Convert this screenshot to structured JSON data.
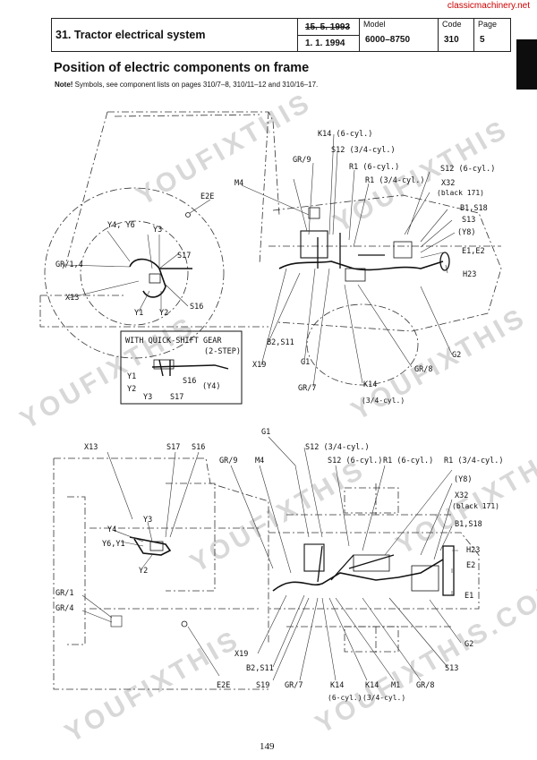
{
  "site": "classicmachinery.net",
  "header": {
    "section_title": "31. Tractor electrical system",
    "date_old": "15. 5. 1993",
    "date_new": "1. 1. 1994",
    "model_label": "Model",
    "model_value": "6000–8750",
    "code_label": "Code",
    "code_value": "310",
    "page_label": "Page",
    "page_value": "5"
  },
  "title": "Position of electric components on frame",
  "note_label": "Note!",
  "note_text": " Symbols, see component lists on pages 310/7–8, 310/11–12 and 310/16–17.",
  "watermark": "YOUFIXTHIS",
  "watermark_domain": "YOUFIXTHIS.COM",
  "top_labels": {
    "k14_6": "K14 (6-cyl.)",
    "s12_34": "S12 (3/4-cyl.)",
    "gr9": "GR/9",
    "r1_6": "R1 (6-cyl.)",
    "s12_6": "S12 (6-cyl.)",
    "r1_34": "R1 (3/4-cyl.)",
    "x32": "X32",
    "black171": "(black 171)",
    "m4": "M4",
    "e2e": "E2E",
    "b1s18": "B1,S18",
    "s13": "S13",
    "y8": "(Y8)",
    "e1e2": "E1,E2",
    "y4y6": "Y4, Y6",
    "y3": "Y3",
    "s17": "S17",
    "gr14": "GR/1,4",
    "h23": "H23",
    "x13": "X13",
    "s16": "S16",
    "y1": "Y1",
    "y2": "Y2",
    "quickshift": "WITH QUICK-SHIFT GEAR",
    "twostep": "(2-STEP)",
    "b2s11": "B2,S11",
    "x19": "X19",
    "g1": "G1",
    "g2": "G2",
    "gr8": "GR/8",
    "gr7": "GR/7",
    "k14": "K14",
    "k14_34": "(3/4-cyl.)",
    "qs_y1": "Y1",
    "qs_y2": "Y2",
    "qs_y3": "Y3",
    "qs_s16": "S16",
    "qs_s17": "S17",
    "qs_y4": "(Y4)"
  },
  "bottom_labels": {
    "g1": "G1",
    "x13": "X13",
    "s17": "S17",
    "s16": "S16",
    "s12_34": "S12 (3/4-cyl.)",
    "gr9": "GR/9",
    "m4": "M4",
    "s12_6": "S12 (6-cyl.)",
    "r1_6": "R1 (6-cyl.)",
    "r1_34": "R1 (3/4-cyl.)",
    "y8": "(Y8)",
    "x32": "X32",
    "black171": "(black 171)",
    "y3": "Y3",
    "b1s18": "B1,S18",
    "y4": "Y4",
    "y6y1": "Y6,Y1",
    "h23": "H23",
    "e2": "E2",
    "y2": "Y2",
    "gr1": "GR/1",
    "gr4": "GR/4",
    "e1": "E1",
    "x19": "X19",
    "g2": "G2",
    "b2s11": "B2,S11",
    "s13": "S13",
    "e2e": "E2E",
    "s19": "S19",
    "gr7": "GR/7",
    "k14a": "K14",
    "k14b": "K14",
    "m1": "M1",
    "gr8": "GR/8",
    "k14_6": "(6-cyl.)",
    "k14_34": "(3/4-cyl.)"
  },
  "page_number": "149"
}
